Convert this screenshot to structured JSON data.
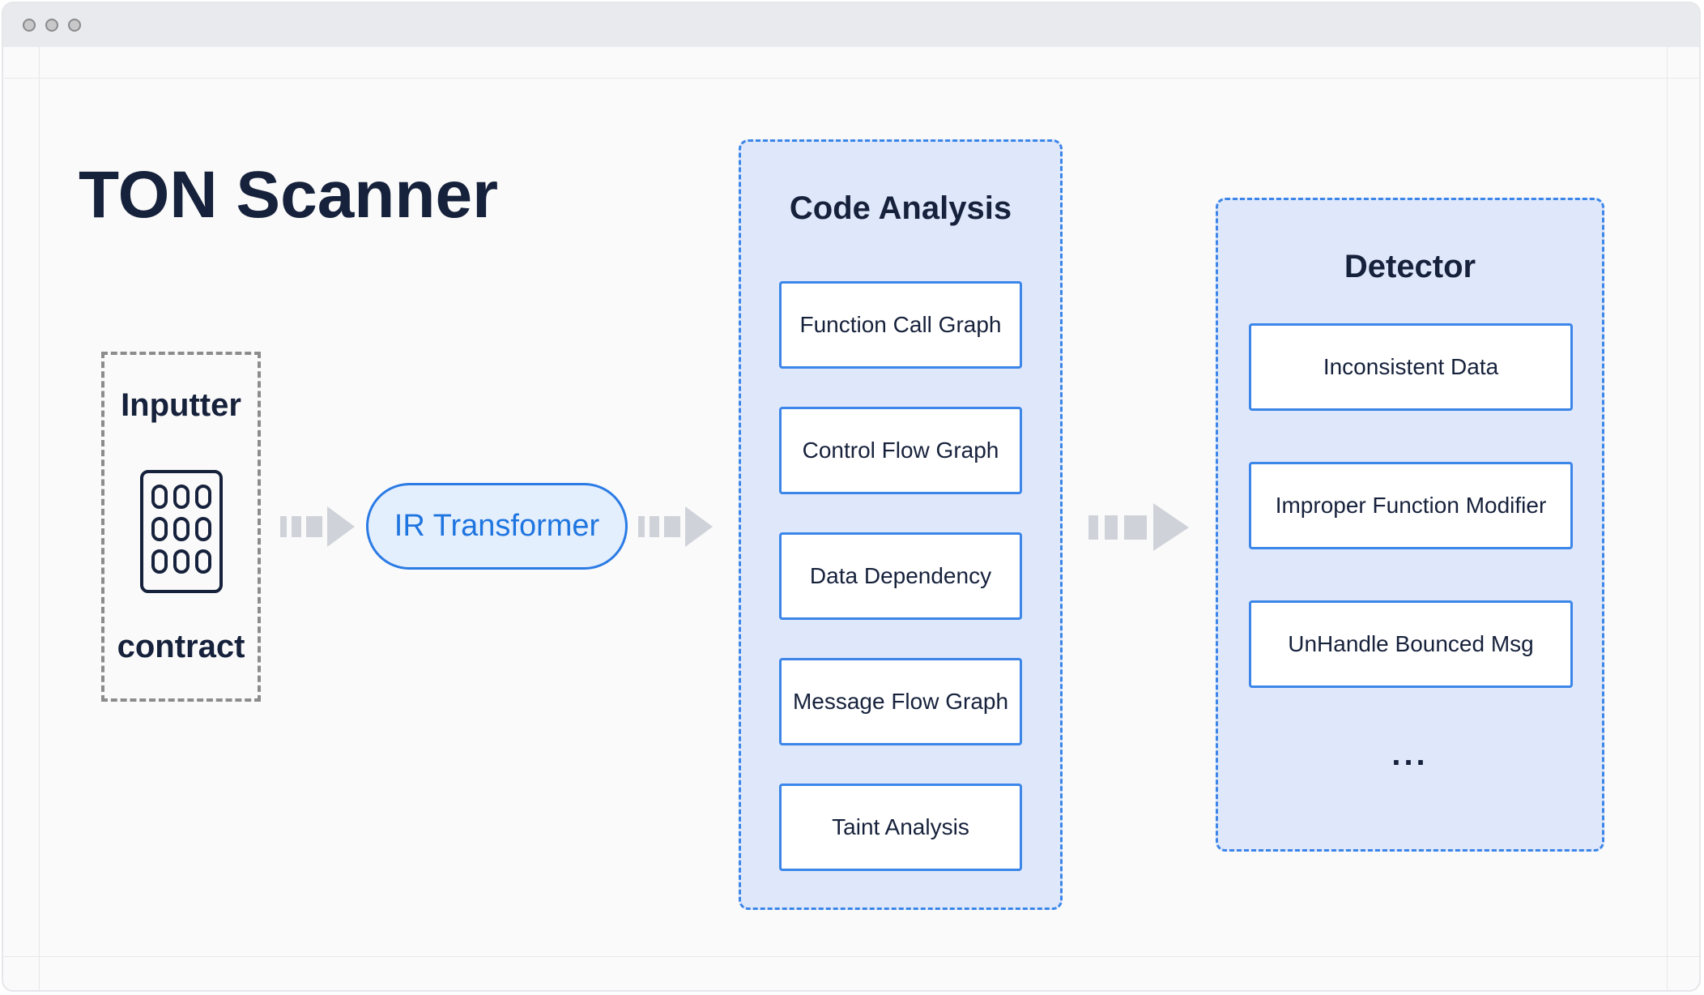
{
  "title": "TON Scanner",
  "inputter": {
    "title": "Inputter",
    "icon": "contract-code-icon",
    "label": "contract"
  },
  "transformer": {
    "label": "IR Transformer"
  },
  "code_analysis": {
    "title": "Code Analysis",
    "items": [
      "Function Call Graph",
      "Control Flow Graph",
      "Data Dependency",
      "Message Flow Graph",
      "Taint Analysis"
    ]
  },
  "detector": {
    "title": "Detector",
    "items": [
      "Inconsistent Data",
      "Improper Function Modifier",
      "UnHandle Bounced Msg"
    ],
    "more": "..."
  },
  "colors": {
    "panel_border": "#3b86e8",
    "panel_fill": "#dfe7fb",
    "pill_fill": "#e4effd",
    "pill_text": "#1f75e0",
    "arrow": "#cfd3d9",
    "title_text": "#16213b"
  }
}
